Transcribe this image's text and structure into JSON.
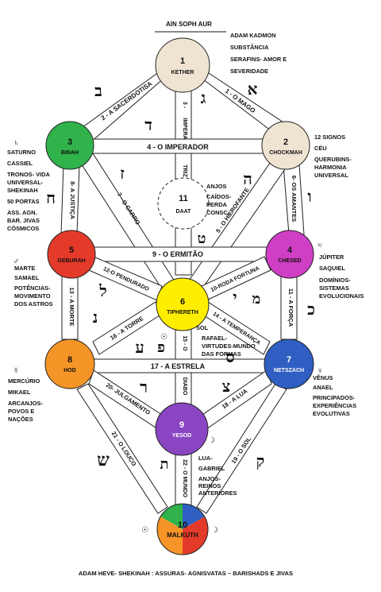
{
  "header": {
    "title": "AIN SOPH AUR"
  },
  "sephirot": [
    {
      "id": "kether",
      "number": "1",
      "name": "KETHER",
      "color": "#efe4d2"
    },
    {
      "id": "chockmah",
      "number": "2",
      "name": "CHOCKMAH",
      "color": "#efe4d2"
    },
    {
      "id": "binah",
      "number": "3",
      "name": "BINAH",
      "color": "#2fb34a"
    },
    {
      "id": "chesed",
      "number": "4",
      "name": "CHESED",
      "color": "#cf3fc4"
    },
    {
      "id": "geburah",
      "number": "5",
      "name": "GEBURAH",
      "color": "#e43a2a"
    },
    {
      "id": "tiphereth",
      "number": "6",
      "name": "TIPHERETH",
      "color": "#ffee00"
    },
    {
      "id": "netszach",
      "number": "7",
      "name": "NETSZACH",
      "color": "#2f5fc2"
    },
    {
      "id": "hod",
      "number": "8",
      "name": "HOD",
      "color": "#f59427"
    },
    {
      "id": "yesod",
      "number": "9",
      "name": "YESOD",
      "color": "#8a45c2"
    },
    {
      "id": "malkuth",
      "number": "10",
      "name": "MALKUTH",
      "colors": [
        "#2fb34a",
        "#2f5fc2",
        "#e43a2a",
        "#f59427"
      ]
    }
  ],
  "daat": {
    "number": "11",
    "name": "DAAT"
  },
  "paths": [
    {
      "id": "p1",
      "label": "1 - O MAGO"
    },
    {
      "id": "p2",
      "label": "2 - A SACERDOTISA"
    },
    {
      "id": "p3a",
      "label": "3 -"
    },
    {
      "id": "p3b",
      "label": "IMPERA"
    },
    {
      "id": "p3c",
      "label": "TRIZ"
    },
    {
      "id": "p4",
      "label": "4 - O IMPERADOR"
    },
    {
      "id": "p5",
      "label": "5 - O HIEROFANTE"
    },
    {
      "id": "p6",
      "label": "6- OS AMANTES"
    },
    {
      "id": "p7",
      "label": "7 - O CARRO"
    },
    {
      "id": "p8",
      "label": "8- A JUSTIÇA"
    },
    {
      "id": "p9",
      "label": "9 -  O ERMITÃO"
    },
    {
      "id": "p10",
      "label": "10-RODA FORTUNA"
    },
    {
      "id": "p11",
      "label": "11 - A FORÇA"
    },
    {
      "id": "p12",
      "label": "12-O PENDURADO"
    },
    {
      "id": "p13",
      "label": "13 - A MORTE"
    },
    {
      "id": "p14",
      "label": "14 - A TEMPERANÇA"
    },
    {
      "id": "p15",
      "label": "15 - O"
    },
    {
      "id": "p15b",
      "label": "DIABO"
    },
    {
      "id": "p16",
      "label": "16 - A TORRE"
    },
    {
      "id": "p17",
      "label": "17 - A ESTRELA"
    },
    {
      "id": "p18",
      "label": "18 - A LUA"
    },
    {
      "id": "p19",
      "label": "19 - O SOL"
    },
    {
      "id": "p20",
      "label": "20- JULGAMENTO"
    },
    {
      "id": "p21",
      "label": "21 - O LOUCO"
    },
    {
      "id": "p22",
      "label": "22 - O MUNDO"
    }
  ],
  "hebrew_letters": [
    "א",
    "ב",
    "ג",
    "ד",
    "ה",
    "ו",
    "ז",
    "ח",
    "ט",
    "י",
    "כ",
    "ל",
    "מ",
    "נ",
    "ס",
    "ע",
    "פ",
    "צ",
    "ק",
    "ר",
    "ש",
    "ת"
  ],
  "annotations": {
    "kether": [
      "ADAM KADMON",
      "SUBSTÂNCIA",
      "SERAFINS-  AMOR E",
      "SEVERIDADE"
    ],
    "chockmah": [
      "12 SIGNOS",
      "CÉU",
      "QUERUBINS-",
      "HARMONIA",
      "UNIVERSAL"
    ],
    "binah": [
      "SATURNO",
      "CASSIEL",
      "TRONOS- VIDA",
      "UNIVERSAL-",
      "SHEKINAH",
      "50 PORTAS",
      "ASS. AGN.",
      "BAR. JIVAS",
      "CÓSMICOS"
    ],
    "daat": [
      "ANJOS",
      "CAÍDOS-",
      "PERDA",
      "CONSC."
    ],
    "geburah": [
      "MARTE",
      "SAMAEL",
      "POTÊNCIAS-",
      "MOVIMENTO",
      "DOS ASTROS"
    ],
    "chesed": [
      "JÚPITER",
      "SAQUIEL",
      "DOMÍNIOS-",
      "SISTEMAS",
      "EVOLUCIONAIS"
    ],
    "tiphereth": [
      "SOL",
      "RAFAEL-",
      "VIRTUDES-MUNDO",
      "DAS FORMAS"
    ],
    "hod": [
      "MERCÚRIO",
      "MIKAEL",
      "ARCANJOS-",
      "POVOS E",
      "NAÇÕES"
    ],
    "netszach": [
      "VÊNUS",
      "ANAEL",
      "PRINCIPADOS-",
      "EXPERIÊNCIAS",
      "EVOLUTIVAS"
    ],
    "yesod": [
      "LUA-",
      "GABRIEL",
      "ANJOS-",
      "REINOS",
      "ANTERIORES"
    ]
  },
  "planet_symbols": {
    "saturn": "♄",
    "mars": "♂",
    "jupiter": "♃",
    "mercury": "☿",
    "venus": "♀",
    "sun": "☉",
    "moon": "☽"
  },
  "footer": {
    "text": "ADAM HEVE- SHEKINAH : ASSURAS- AGNISVATAS – BARISHADS E JIVAS"
  }
}
